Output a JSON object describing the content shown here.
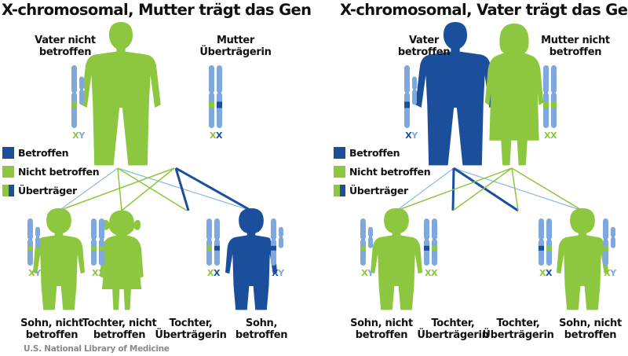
{
  "colors": {
    "affected": "#1b4f9c",
    "unaffected": "#8dc63f",
    "chromosome": "#7fa9de"
  },
  "left": {
    "title": "X-chromosomal, Mutter trägt das Gen",
    "father_label": [
      "Vater nicht",
      "betroffen"
    ],
    "mother_label": [
      "Mutter",
      "Überträgerin"
    ],
    "father_chr": [
      "X",
      "Y"
    ],
    "mother_chr": [
      "X",
      "X"
    ],
    "children": [
      {
        "label": [
          "Sohn, nicht",
          "betroffen"
        ],
        "chr": [
          "X",
          "Y"
        ]
      },
      {
        "label": [
          "Tochter, nicht",
          "betroffen"
        ],
        "chr": [
          "X",
          "X"
        ]
      },
      {
        "label": [
          "Tochter,",
          "Überträgerin"
        ],
        "chr": [
          "X",
          "X"
        ]
      },
      {
        "label": [
          "Sohn,",
          "betroffen"
        ],
        "chr": [
          "X",
          "Y"
        ]
      }
    ]
  },
  "right": {
    "title": "X-chromosomal, Vater trägt das Gen",
    "father_label": [
      "Vater",
      "betroffen"
    ],
    "mother_label": [
      "Mutter nicht",
      "betroffen"
    ],
    "father_chr": [
      "X",
      "Y"
    ],
    "mother_chr": [
      "X",
      "X"
    ],
    "children": [
      {
        "label": [
          "Sohn, nicht",
          "betroffen"
        ],
        "chr": [
          "X",
          "Y"
        ]
      },
      {
        "label": [
          "Tochter,",
          "Überträgerin"
        ],
        "chr": [
          "X",
          "X"
        ]
      },
      {
        "label": [
          "Tochter,",
          "Überträgerin"
        ],
        "chr": [
          "X",
          "X"
        ]
      },
      {
        "label": [
          "Sohn, nicht",
          "betroffen"
        ],
        "chr": [
          "X",
          "Y"
        ]
      }
    ]
  },
  "legend": {
    "affected": "Betroffen",
    "unaffected": "Nicht betroffen",
    "carrier": "Überträger"
  },
  "credit": "U.S. National Library of Medicine"
}
